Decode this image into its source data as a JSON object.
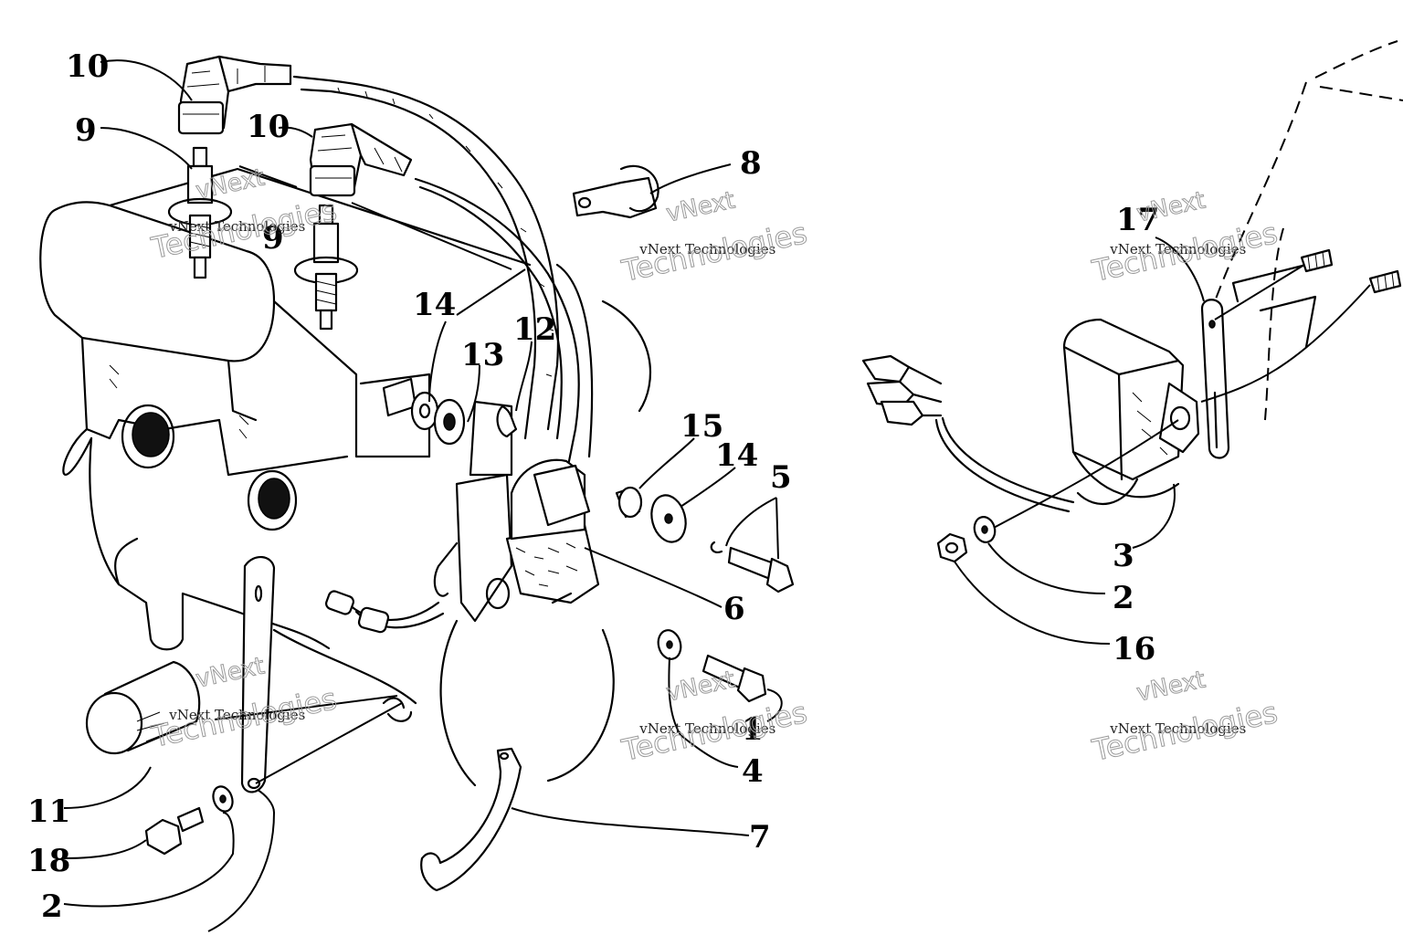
{
  "callouts": [
    {
      "label": "10"
    },
    {
      "label": "9"
    },
    {
      "label": "10"
    },
    {
      "label": "9"
    },
    {
      "label": "8"
    },
    {
      "label": "14"
    },
    {
      "label": "13"
    },
    {
      "label": "12"
    },
    {
      "label": "15"
    },
    {
      "label": "14"
    },
    {
      "label": "5"
    },
    {
      "label": "6"
    },
    {
      "label": "1"
    },
    {
      "label": "4"
    },
    {
      "label": "7"
    },
    {
      "label": "11"
    },
    {
      "label": "18"
    },
    {
      "label": "2"
    },
    {
      "label": "17"
    },
    {
      "label": "3"
    },
    {
      "label": "2"
    },
    {
      "label": "16"
    }
  ],
  "watermark": {
    "brand": "vNext",
    "company": "Technologies",
    "caption": "vNext Technologies"
  }
}
